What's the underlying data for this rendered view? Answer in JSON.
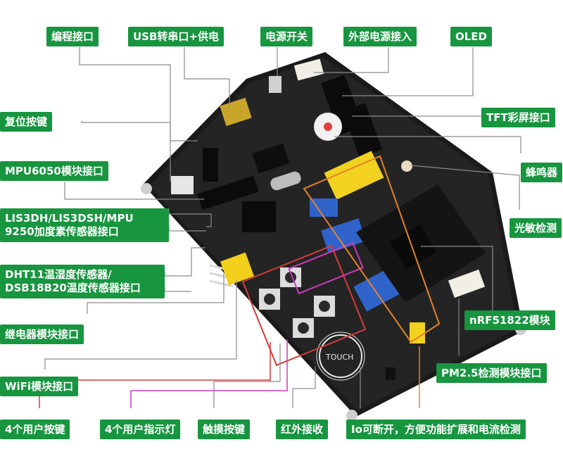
{
  "labels": {
    "programming_port": "编程接口",
    "usb_serial": "USB转串口+供电",
    "power_switch": "电源开关",
    "ext_power": "外部电源接入",
    "oled": "OLED",
    "reset_key": "复位按键",
    "mpu6050": "MPU6050模块接口",
    "accel_sensor_line1": "LIS3DH/LIS3DSH/MPU",
    "accel_sensor_line2": "9250加度素传感器接口",
    "dht_line1": "DHT11温湿度传感器/",
    "dht_line2": "DSB18B20温度传感器接口",
    "relay": "继电器模块接口",
    "wifi": "WiFi模块接口",
    "tft": "TFT彩屏接口",
    "buzzer": "蜂鸣器",
    "light_sensor": "光敏检测",
    "nrf51822": "nRF51822模块",
    "pm25": "PM2.5检测模块接口",
    "user_keys": "4个用户按键",
    "user_leds": "4个用户指示灯",
    "touch_key": "触摸按键",
    "ir_receiver": "红外接收",
    "io_breakable": "Io可断开，方便功能扩展和电流检测"
  },
  "silk": {
    "touch": "TOUCH"
  },
  "colors": {
    "label_bg": "#17953f",
    "label_text": "#ffffff",
    "keys_outline": "#d23c3c",
    "leds_outline": "#cc3bb8",
    "io_outline": "#e5822b",
    "leader_line": "#8a8a8a"
  }
}
